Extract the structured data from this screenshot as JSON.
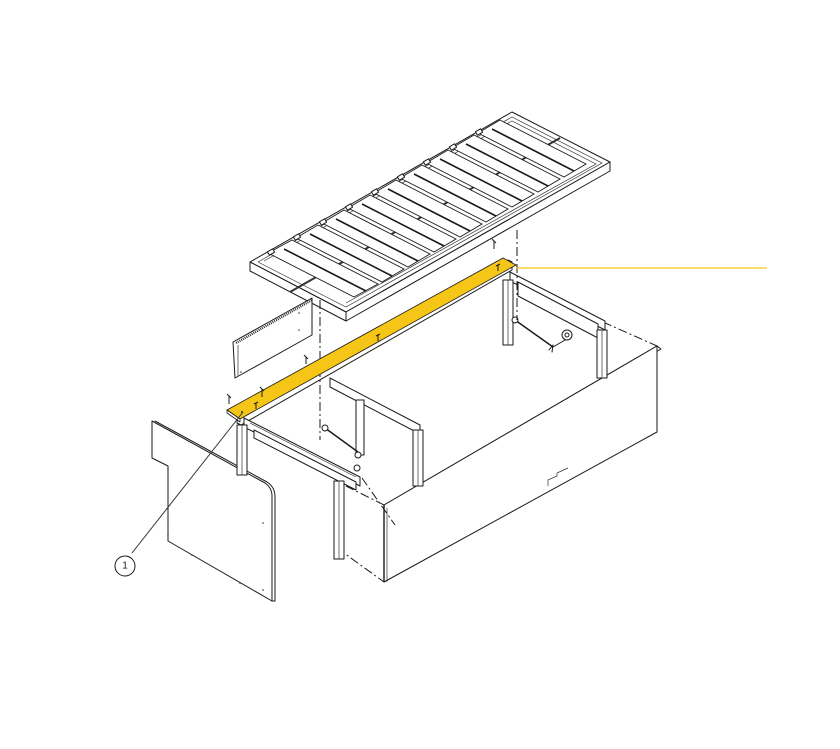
{
  "diagram": {
    "type": "exploded-assembly-drawing",
    "subject": "bed frame with slatted base",
    "highlight_color": "#f5c518",
    "leader_line_color": "#f5c518",
    "line_color": "#1a1a1a",
    "background": "#ffffff",
    "callouts": [
      {
        "number": "1",
        "target": "highlighted-side-rail"
      }
    ],
    "components": [
      "slatted-bed-base",
      "highlighted-side-rail",
      "back-panel",
      "headboard-panel",
      "bed-box-frame",
      "leg-posts",
      "gas-strut-lift-mechanism"
    ]
  }
}
